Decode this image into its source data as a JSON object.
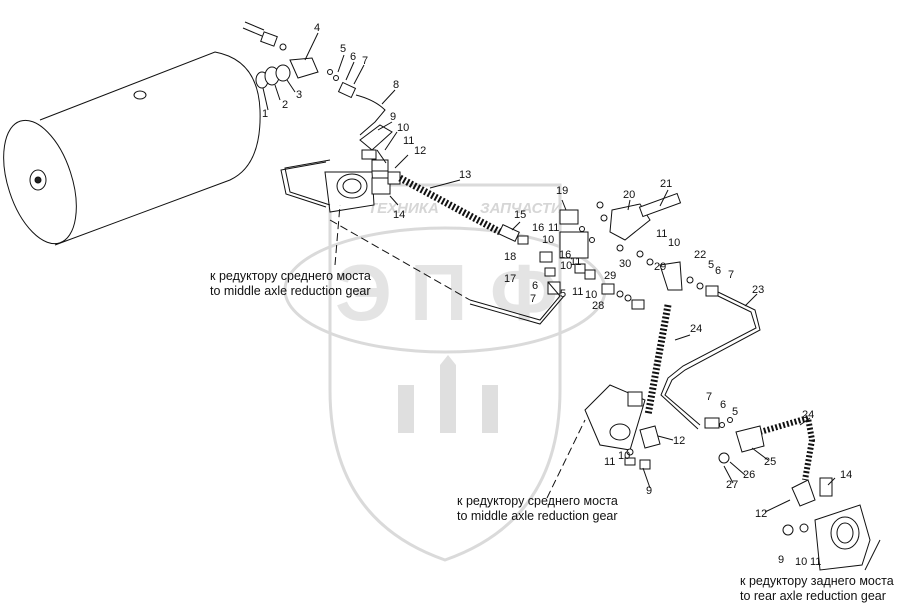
{
  "watermark": {
    "letters": [
      "Э",
      "П",
      "Ф"
    ],
    "left_text": "ТЕХНИКА",
    "right_text": "ЗАПЧАСТИ"
  },
  "captions": [
    {
      "ru": "к редуктору среднего моста",
      "en": "to middle axle reduction gear"
    },
    {
      "ru": "к редуктору среднего моста",
      "en": "to middle axle reduction gear"
    },
    {
      "ru": "к редуктору заднего моста",
      "en": "to rear axle reduction gear"
    }
  ],
  "callouts": [
    "4",
    "5",
    "6",
    "7",
    "8",
    "9",
    "10",
    "11",
    "12",
    "13",
    "14",
    "15",
    "16",
    "10",
    "11",
    "16",
    "10",
    "11",
    "18",
    "17",
    "6",
    "7",
    "5",
    "11",
    "10",
    "29",
    "28",
    "30",
    "19",
    "20",
    "21",
    "11",
    "10",
    "29",
    "22",
    "5",
    "6",
    "7",
    "23",
    "24",
    "7",
    "6",
    "5",
    "12",
    "11",
    "10",
    "9",
    "24",
    "25",
    "26",
    "27",
    "14",
    "12",
    "9",
    "10",
    "11",
    "1",
    "2",
    "3"
  ]
}
